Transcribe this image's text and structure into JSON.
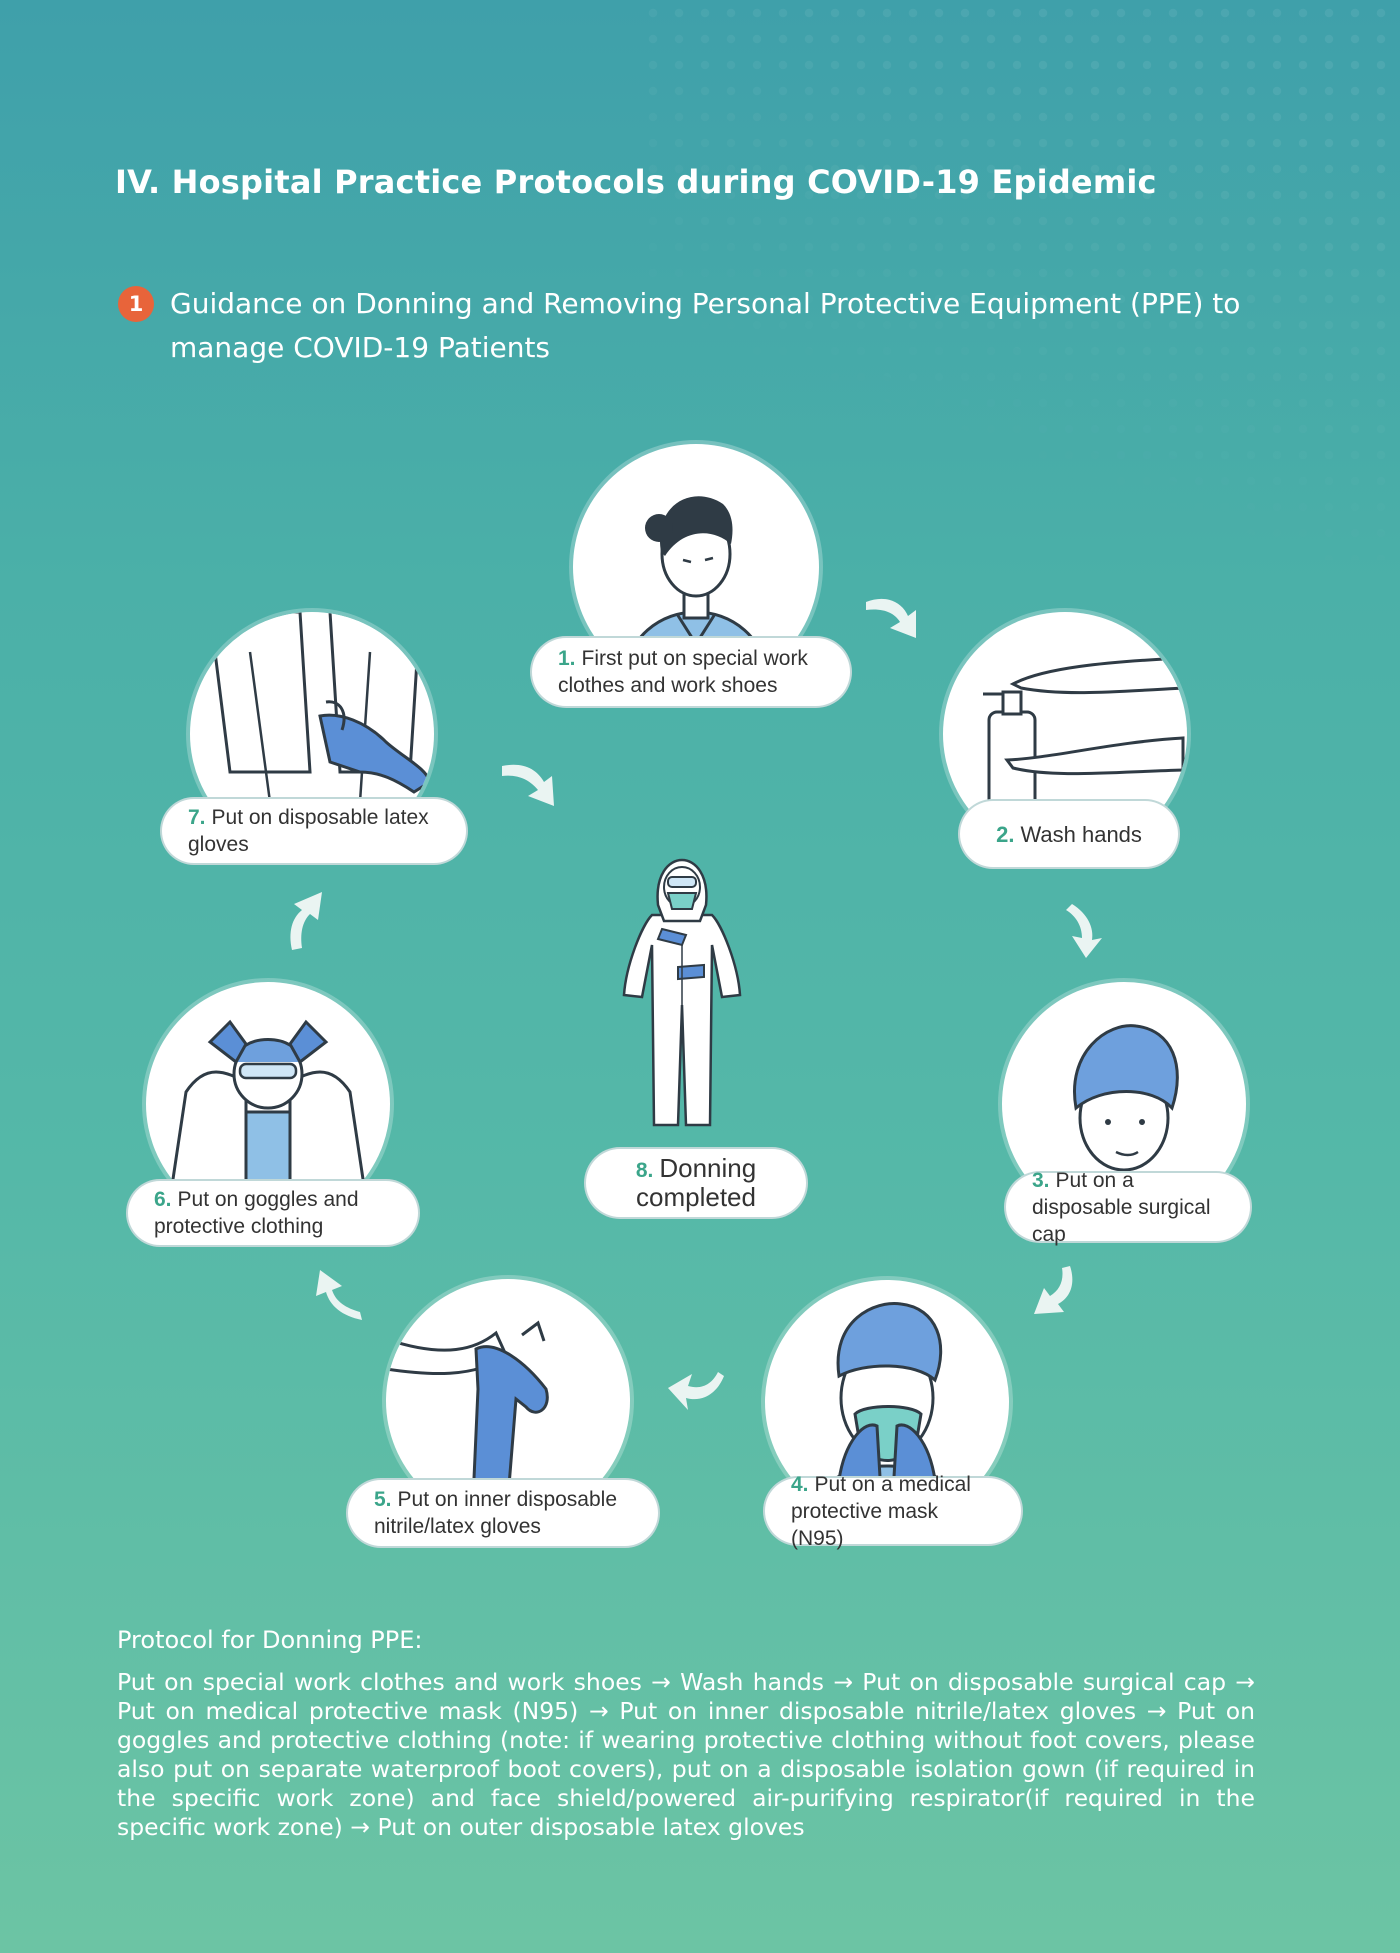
{
  "heading": "IV. Hospital Practice Protocols during COVID-19 Epidemic",
  "section": {
    "number": "1",
    "title": "Guidance on Donning and Removing Personal Protective Equipment (PPE) to manage COVID-19 Patients"
  },
  "steps": [
    {
      "num": "1.",
      "text": "First put on special work clothes and work shoes",
      "icon": "worker-in-scrubs"
    },
    {
      "num": "2.",
      "text": "Wash hands",
      "icon": "hand-washing"
    },
    {
      "num": "3.",
      "text": "Put on a disposable surgical cap",
      "icon": "surgical-cap"
    },
    {
      "num": "4.",
      "text": "Put on a medical protective mask (N95)",
      "icon": "n95-mask"
    },
    {
      "num": "5.",
      "text": "Put on inner disposable nitrile/latex gloves",
      "icon": "inner-gloves"
    },
    {
      "num": "6.",
      "text": "Put on goggles and protective clothing",
      "icon": "goggles-gown"
    },
    {
      "num": "7.",
      "text": "Put on disposable latex gloves",
      "icon": "outer-gloves"
    },
    {
      "num": "8.",
      "text": "Donning completed",
      "icon": "full-ppe"
    }
  ],
  "protocol": {
    "label": "Protocol for Donning PPE:",
    "text": "Put on special work clothes and work shoes → Wash hands → Put on disposable surgical cap → Put on medical protective mask (N95) → Put on inner disposable nitrile/latex gloves → Put on goggles and protective clothing (note: if wearing protective clothing without foot covers, please also put on separate waterproof boot covers), put on a disposable isolation gown (if required in the specific work zone) and face shield/powered air-purifying respirator(if required in the specific work zone) → Put on outer disposable latex gloves"
  },
  "colors": {
    "accent": "#e8643a",
    "step_number": "#3ba58a",
    "glove": "#5b8fd6",
    "scrubs": "#7fb3e0"
  }
}
